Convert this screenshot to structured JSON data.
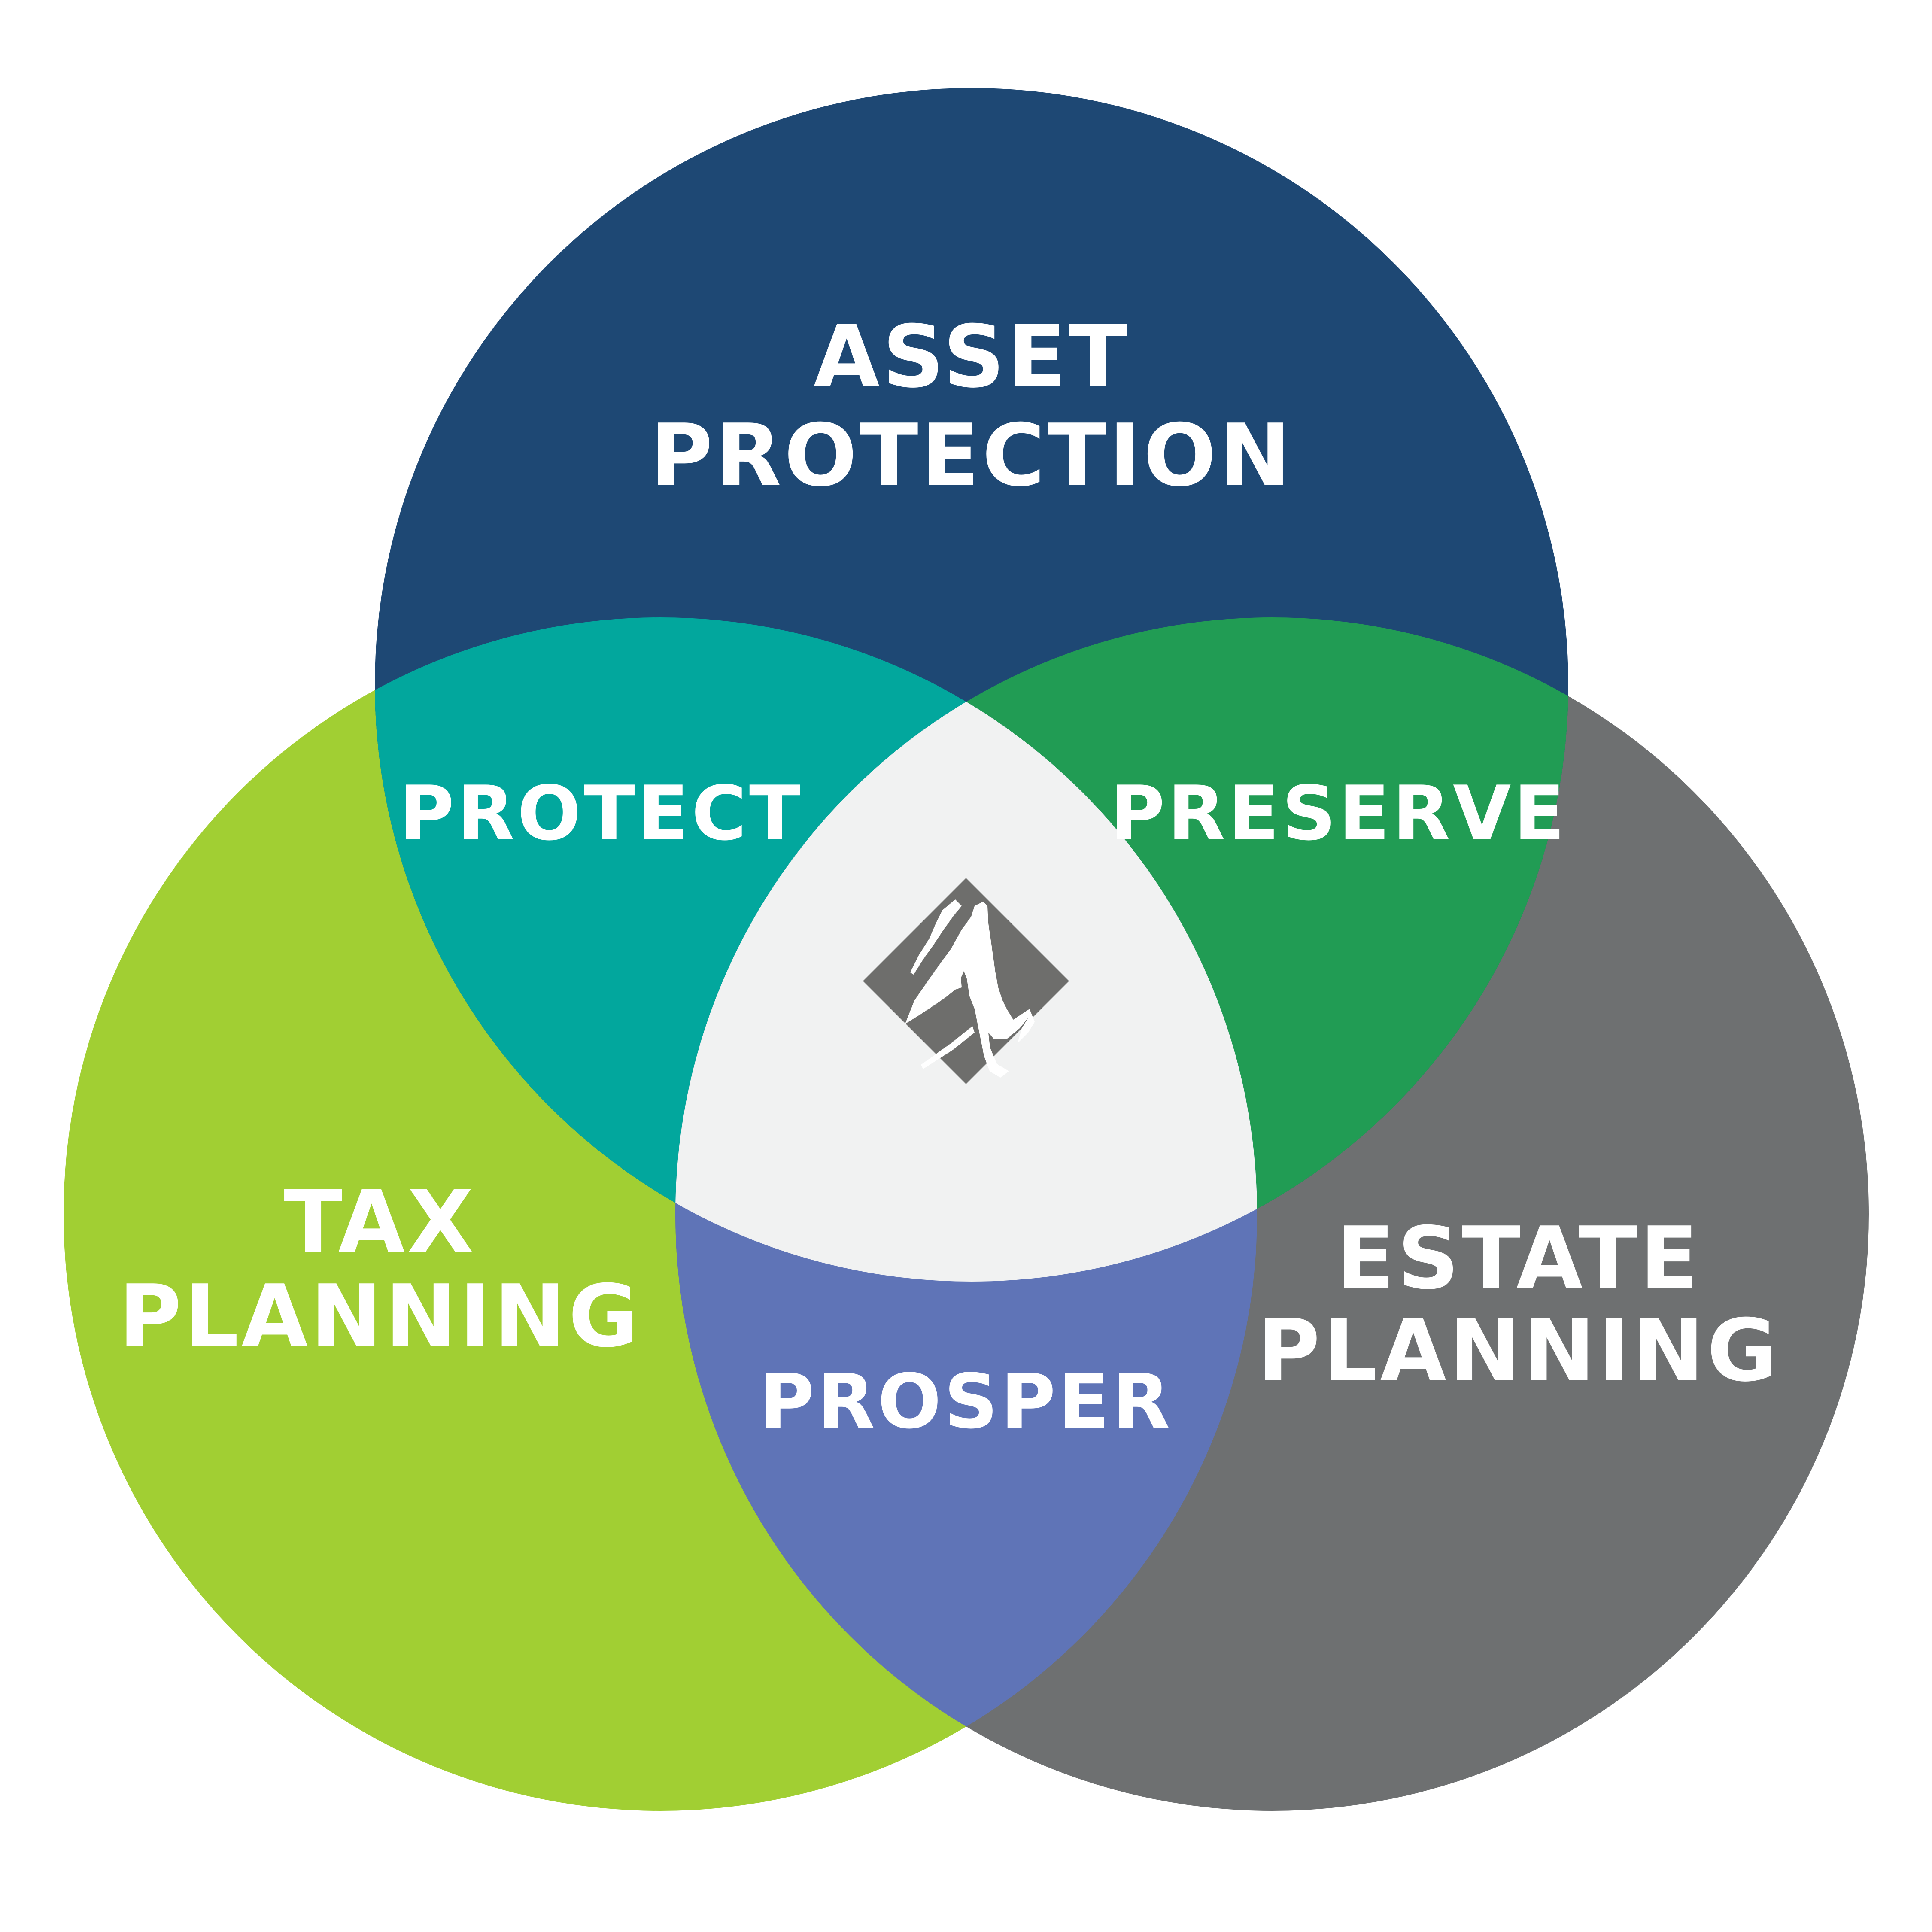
{
  "colors": {
    "asset_protection": "#1E4874",
    "tax_planning": "#A1CF33",
    "estate_planning": "#6E7071",
    "protect": "#02A79D",
    "preserve": "#219C54",
    "prosper": "#5F74B7",
    "center": "#F1F2F2",
    "logo": "#6E6E6C",
    "text": "#FFFFFF"
  },
  "circles": {
    "asset_protection": {
      "line1": "ASSET",
      "line2": "PROTECTION"
    },
    "tax_planning": {
      "line1": "TAX",
      "line2": "PLANNING"
    },
    "estate_planning": {
      "line1": "ESTATE",
      "line2": "PLANNING"
    }
  },
  "overlaps": {
    "protect": "PROTECT",
    "preserve": "PRESERVE",
    "prosper": "PROSPER"
  },
  "center": {
    "icon": "diamond-hands-logo-icon"
  }
}
